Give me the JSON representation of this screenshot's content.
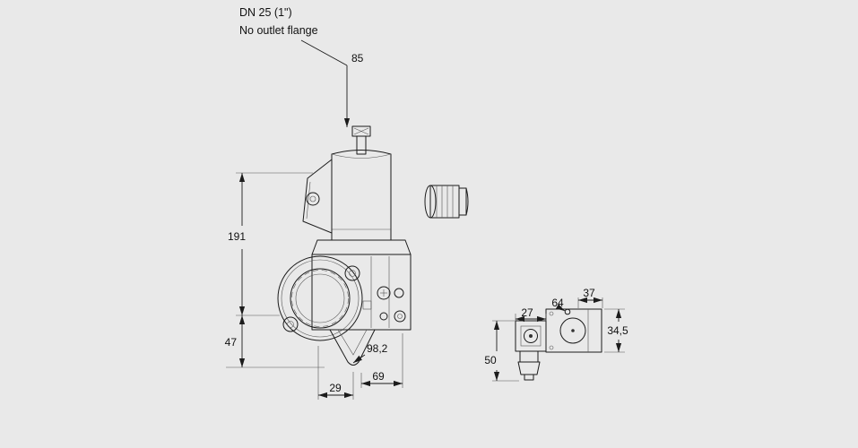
{
  "meta": {
    "background_color": "#e9e9e9",
    "line_color": "#1c1c1c",
    "drawing_type": "valve dimensional drawing"
  },
  "callout": {
    "line1": "DN 25 (1\")",
    "line2": "No outlet flange"
  },
  "front_view": {
    "dim_85": "85",
    "dim_191": "191",
    "dim_47": "47",
    "dim_98_2": "98,2",
    "dim_29": "29",
    "dim_69": "69"
  },
  "side_view": {
    "dim_27": "27",
    "dim_64": "64",
    "dim_37": "37",
    "dim_34_5": "34,5",
    "dim_50": "50"
  }
}
